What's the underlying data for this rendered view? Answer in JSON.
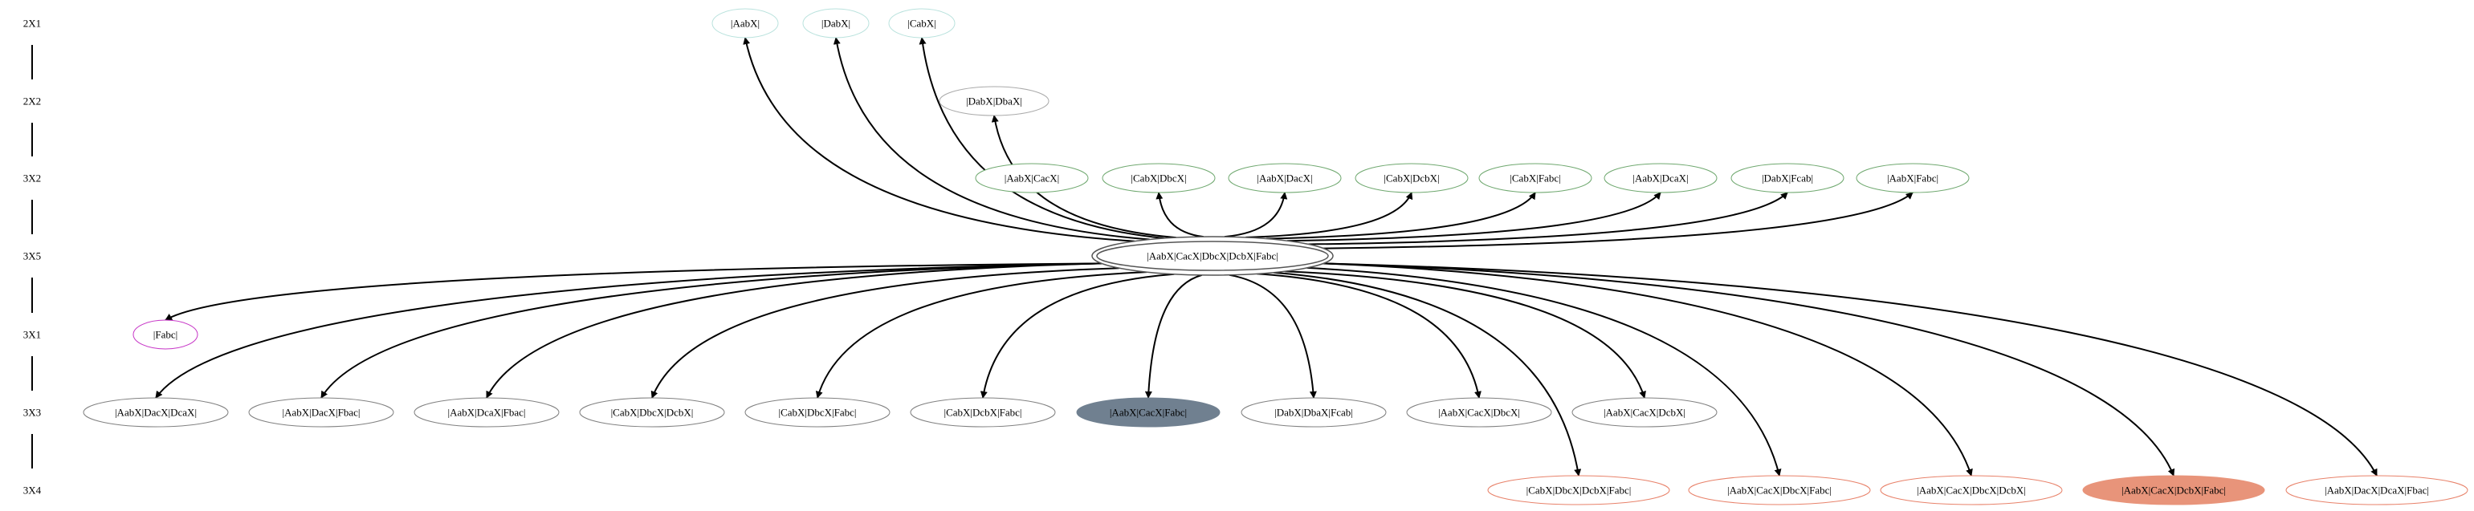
{
  "ranks": [
    {
      "id": "r0",
      "label": "2X1"
    },
    {
      "id": "r1",
      "label": "2X2"
    },
    {
      "id": "r2",
      "label": "3X2"
    },
    {
      "id": "r3",
      "label": "3X5"
    },
    {
      "id": "r4",
      "label": "3X1"
    },
    {
      "id": "r5",
      "label": "3X3"
    },
    {
      "id": "r6",
      "label": "3X4"
    }
  ],
  "colors": {
    "cyan_border": "#b9e2dd",
    "grey_border": "#aaaaaa",
    "green_border": "#6fa86f",
    "magenta_border": "#c633c6",
    "slate_border": "#808080",
    "salmon_border": "#e8826a",
    "salmon_fill": "#e8947a",
    "slate_fill": "#708090",
    "center_border": "#555555"
  },
  "nodes": [
    {
      "id": "n_aabx",
      "label": "|AabX|",
      "rank": "r0",
      "style": "cyan"
    },
    {
      "id": "n_dabx",
      "label": "|DabX|",
      "rank": "r0",
      "style": "cyan"
    },
    {
      "id": "n_cabx",
      "label": "|CabX|",
      "rank": "r0",
      "style": "cyan"
    },
    {
      "id": "n_dabxdbax",
      "label": "|DabX|DbaX|",
      "rank": "r1",
      "style": "grey"
    },
    {
      "id": "n_aabxcacx",
      "label": "|AabX|CacX|",
      "rank": "r2",
      "style": "green"
    },
    {
      "id": "n_cabxdbcx",
      "label": "|CabX|DbcX|",
      "rank": "r2",
      "style": "green"
    },
    {
      "id": "n_aabxdacx",
      "label": "|AabX|DacX|",
      "rank": "r2",
      "style": "green"
    },
    {
      "id": "n_cabxdcbx",
      "label": "|CabX|DcbX|",
      "rank": "r2",
      "style": "green"
    },
    {
      "id": "n_cabxfabc",
      "label": "|CabX|Fabc|",
      "rank": "r2",
      "style": "green"
    },
    {
      "id": "n_aabxdcax",
      "label": "|AabX|DcaX|",
      "rank": "r2",
      "style": "green"
    },
    {
      "id": "n_dabxfcab",
      "label": "|DabX|Fcab|",
      "rank": "r2",
      "style": "green"
    },
    {
      "id": "n_aabxfabc",
      "label": "|AabX|Fabc|",
      "rank": "r2",
      "style": "green"
    },
    {
      "id": "n_center",
      "label": "|AabX|CacX|DbcX|DcbX|Fabc|",
      "rank": "r3",
      "style": "center"
    },
    {
      "id": "n_fabc",
      "label": "|Fabc|",
      "rank": "r4",
      "style": "magenta"
    },
    {
      "id": "n_r5_1",
      "label": "|AabX|DacX|DcaX|",
      "rank": "r5",
      "style": "slate"
    },
    {
      "id": "n_r5_2",
      "label": "|AabX|DacX|Fbac|",
      "rank": "r5",
      "style": "slate"
    },
    {
      "id": "n_r5_3",
      "label": "|AabX|DcaX|Fbac|",
      "rank": "r5",
      "style": "slate"
    },
    {
      "id": "n_r5_4",
      "label": "|CabX|DbcX|DcbX|",
      "rank": "r5",
      "style": "slate"
    },
    {
      "id": "n_r5_5",
      "label": "|CabX|DbcX|Fabc|",
      "rank": "r5",
      "style": "slate"
    },
    {
      "id": "n_r5_6",
      "label": "|CabX|DcbX|Fabc|",
      "rank": "r5",
      "style": "slate"
    },
    {
      "id": "n_r5_7",
      "label": "|AabX|CacX|Fabc|",
      "rank": "r5",
      "style": "slate-filled"
    },
    {
      "id": "n_r5_8",
      "label": "|DabX|DbaX|Fcab|",
      "rank": "r5",
      "style": "slate"
    },
    {
      "id": "n_r5_9",
      "label": "|AabX|CacX|DbcX|",
      "rank": "r5",
      "style": "slate"
    },
    {
      "id": "n_r5_10",
      "label": "|AabX|CacX|DcbX|",
      "rank": "r5",
      "style": "slate"
    },
    {
      "id": "n_r6_1",
      "label": "|CabX|DbcX|DcbX|Fabc|",
      "rank": "r6",
      "style": "salmon"
    },
    {
      "id": "n_r6_2",
      "label": "|AabX|CacX|DbcX|Fabc|",
      "rank": "r6",
      "style": "salmon"
    },
    {
      "id": "n_r6_3",
      "label": "|AabX|CacX|DbcX|DcbX|",
      "rank": "r6",
      "style": "salmon"
    },
    {
      "id": "n_r6_4",
      "label": "|AabX|CacX|DcbX|Fabc|",
      "rank": "r6",
      "style": "salmon-filled"
    },
    {
      "id": "n_r6_5",
      "label": "|AabX|DacX|DcaX|Fbac|",
      "rank": "r6",
      "style": "salmon"
    }
  ],
  "edges": [
    {
      "from": "n_center",
      "to": "n_aabx"
    },
    {
      "from": "n_center",
      "to": "n_dabx"
    },
    {
      "from": "n_center",
      "to": "n_cabx"
    },
    {
      "from": "n_center",
      "to": "n_dabxdbax"
    },
    {
      "from": "n_center",
      "to": "n_cabxdbcx"
    },
    {
      "from": "n_center",
      "to": "n_aabxdacx"
    },
    {
      "from": "n_center",
      "to": "n_cabxdcbx"
    },
    {
      "from": "n_center",
      "to": "n_cabxfabc"
    },
    {
      "from": "n_center",
      "to": "n_aabxdcax"
    },
    {
      "from": "n_center",
      "to": "n_dabxfcab"
    },
    {
      "from": "n_center",
      "to": "n_aabxfabc"
    },
    {
      "from": "n_center",
      "to": "n_fabc"
    },
    {
      "from": "n_center",
      "to": "n_r5_1"
    },
    {
      "from": "n_center",
      "to": "n_r5_2"
    },
    {
      "from": "n_center",
      "to": "n_r5_3"
    },
    {
      "from": "n_center",
      "to": "n_r5_4"
    },
    {
      "from": "n_center",
      "to": "n_r5_5"
    },
    {
      "from": "n_center",
      "to": "n_r5_6"
    },
    {
      "from": "n_center",
      "to": "n_r5_7"
    },
    {
      "from": "n_center",
      "to": "n_r5_8"
    },
    {
      "from": "n_center",
      "to": "n_r5_9"
    },
    {
      "from": "n_center",
      "to": "n_r5_10"
    },
    {
      "from": "n_center",
      "to": "n_r6_1"
    },
    {
      "from": "n_center",
      "to": "n_r6_2"
    },
    {
      "from": "n_center",
      "to": "n_r6_3"
    },
    {
      "from": "n_center",
      "to": "n_r6_4"
    },
    {
      "from": "n_center",
      "to": "n_r6_5"
    }
  ]
}
